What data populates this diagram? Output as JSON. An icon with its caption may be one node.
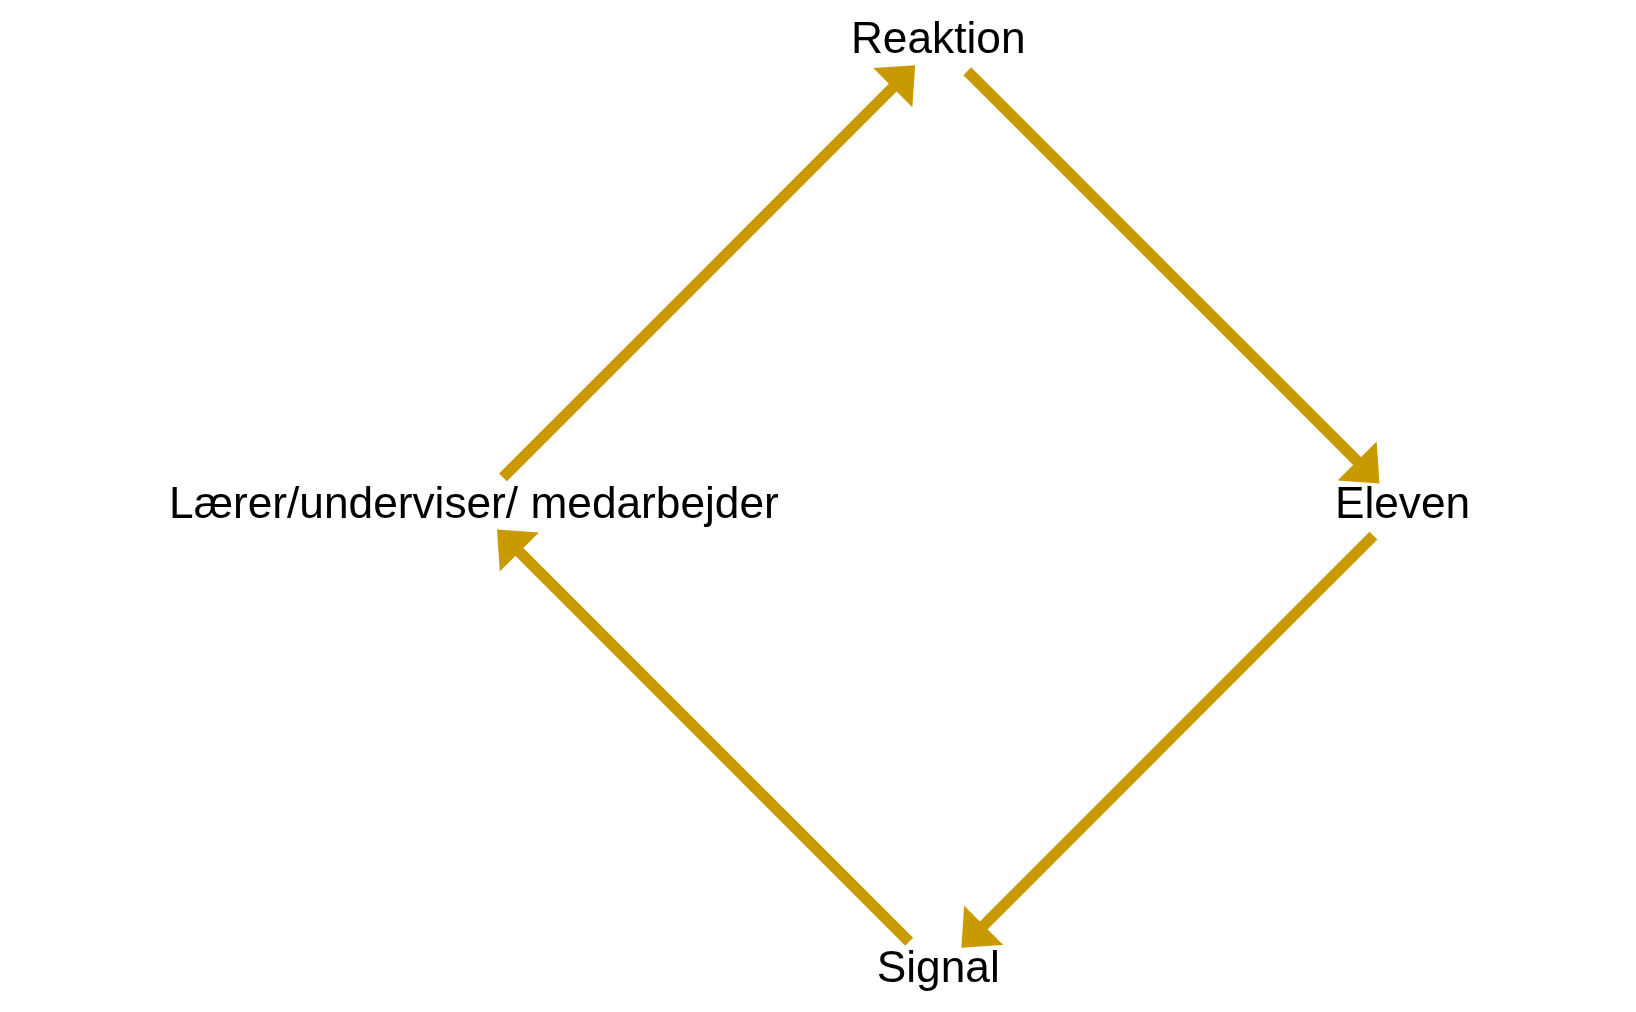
{
  "diagram": {
    "nodes": [
      {
        "text": [
          "Signal"
        ]
      },
      {
        "text": [
          "Lærer/underviser/ medarbejder"
        ]
      },
      {
        "text": [
          "Reaktion"
        ]
      },
      {
        "text": [
          "Eleven"
        ]
      }
    ],
    "edges": [
      {
        "from": 3,
        "to": 0,
        "arrow": "to"
      },
      {
        "from": 0,
        "to": 1,
        "arrow": "to"
      },
      {
        "from": 1,
        "to": 2,
        "arrow": "to"
      },
      {
        "from": 2,
        "to": 3,
        "arrow": "to"
      }
    ]
  }
}
